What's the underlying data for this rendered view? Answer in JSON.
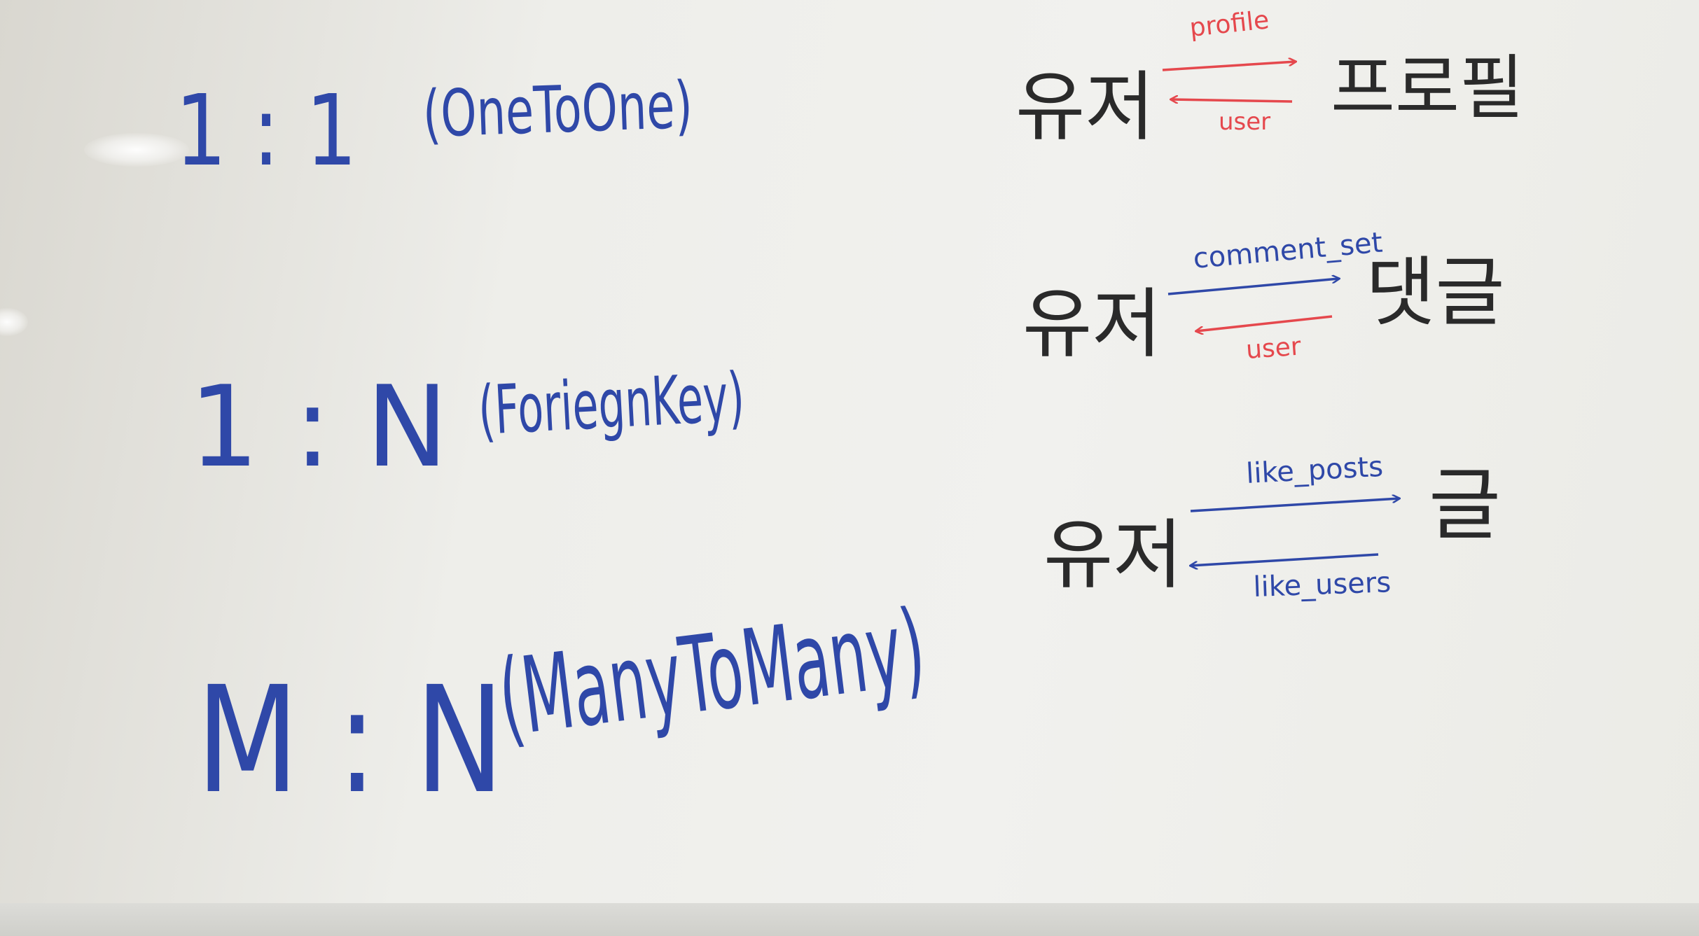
{
  "relations": [
    {
      "ratio": "1 : 1",
      "kind": "(OneToOne)",
      "left_entity": "유저",
      "right_entity": "프로필",
      "forward_label": "profile",
      "backward_label": "user",
      "forward_color": "#e5484d",
      "backward_color": "#e5484d"
    },
    {
      "ratio": "1 : N",
      "kind": "(ForiegnKey)",
      "left_entity": "유저",
      "right_entity": "댓글",
      "forward_label": "comment_set",
      "backward_label": "user",
      "forward_color": "#2f48a8",
      "backward_color": "#e5484d"
    },
    {
      "ratio": "M : N",
      "kind": "(ManyToMany)",
      "left_entity": "유저",
      "right_entity": "글",
      "forward_label": "like_posts",
      "backward_label": "like_users",
      "forward_color": "#2f48a8",
      "backward_color": "#2f48a8"
    }
  ],
  "colors": {
    "board": "#efefeb",
    "blue_marker": "#2f48a8",
    "red_marker": "#e5484d",
    "black_marker": "#2a2a2a"
  }
}
